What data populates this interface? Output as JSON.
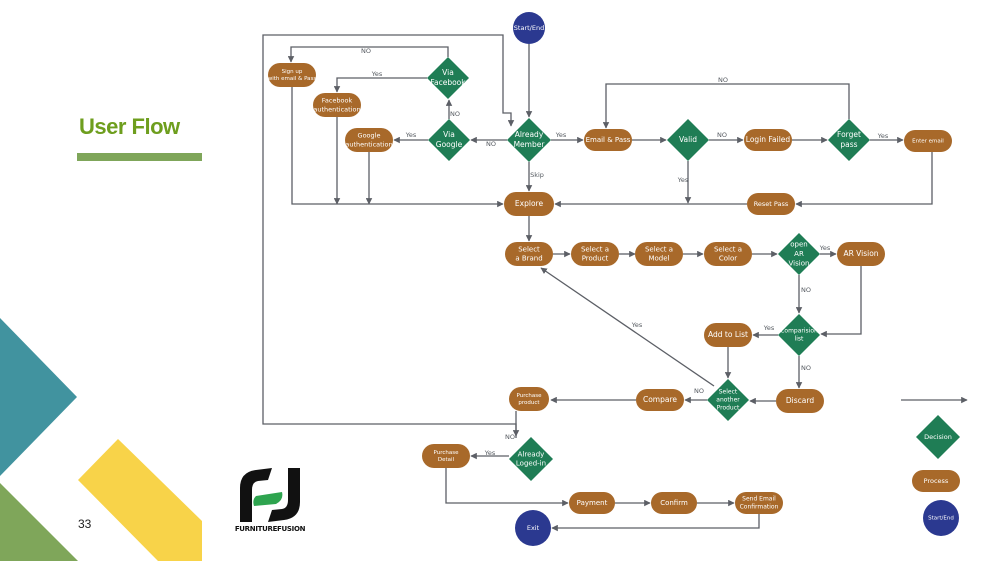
{
  "slide": {
    "title": "User Flow",
    "page_number": "33",
    "logo_text": "FURNITUREFUSION"
  },
  "colors": {
    "decision": "#1f7d55",
    "process": "#a8692a",
    "terminal": "#2b3990",
    "connector": "#5c5f66",
    "title": "#6e9e1e",
    "accent_teal": "#41939f",
    "accent_green": "#7fa65a",
    "accent_yellow": "#f8d349",
    "logo_green": "#2ea44f"
  },
  "flow": {
    "nodes": {
      "start": {
        "type": "terminal",
        "lines": [
          "Start/End"
        ]
      },
      "already_member": {
        "type": "decision",
        "lines": [
          "Already",
          "Member"
        ]
      },
      "via_google": {
        "type": "decision",
        "lines": [
          "Via",
          "Google"
        ]
      },
      "via_facebook": {
        "type": "decision",
        "lines": [
          "Via",
          "Facebook"
        ]
      },
      "signup": {
        "type": "process",
        "lines": [
          "Sign up",
          "with email & Pass"
        ]
      },
      "facebook_auth": {
        "type": "process",
        "lines": [
          "Facebook",
          "authentication"
        ]
      },
      "google_auth": {
        "type": "process",
        "lines": [
          "Google",
          "authentication"
        ]
      },
      "email_pass": {
        "type": "process",
        "lines": [
          "Email & Pass"
        ]
      },
      "valid": {
        "type": "decision",
        "lines": [
          "Valid"
        ]
      },
      "login_failed": {
        "type": "process",
        "lines": [
          "Login Failed"
        ]
      },
      "forget_pass": {
        "type": "decision",
        "lines": [
          "Forget",
          "pass"
        ]
      },
      "enter_email": {
        "type": "process",
        "lines": [
          "Enter email"
        ]
      },
      "reset_pass": {
        "type": "process",
        "lines": [
          "Reset Pass"
        ]
      },
      "explore": {
        "type": "process",
        "lines": [
          "Explore"
        ]
      },
      "select_brand": {
        "type": "process",
        "lines": [
          "Select",
          "a Brand"
        ]
      },
      "select_product": {
        "type": "process",
        "lines": [
          "Select a",
          "Product"
        ]
      },
      "select_model": {
        "type": "process",
        "lines": [
          "Select a",
          "Model"
        ]
      },
      "select_color": {
        "type": "process",
        "lines": [
          "Select a",
          "Color"
        ]
      },
      "open_ar": {
        "type": "decision",
        "lines": [
          "open",
          "AR",
          "Vision"
        ]
      },
      "ar_vision": {
        "type": "process",
        "lines": [
          "AR Vision"
        ]
      },
      "comparison_list": {
        "type": "decision",
        "lines": [
          "Comparision",
          "list"
        ]
      },
      "add_to_list": {
        "type": "process",
        "lines": [
          "Add to List"
        ]
      },
      "discard": {
        "type": "process",
        "lines": [
          "Discard"
        ]
      },
      "select_another": {
        "type": "decision",
        "lines": [
          "Select",
          "another",
          "Product"
        ]
      },
      "compare": {
        "type": "process",
        "lines": [
          "Compare"
        ]
      },
      "purchase_product": {
        "type": "process",
        "lines": [
          "Purchase",
          "product"
        ]
      },
      "already_logged_in": {
        "type": "decision",
        "lines": [
          "Already",
          "Loged-in"
        ]
      },
      "purchase_detail": {
        "type": "process",
        "lines": [
          "Purchase",
          "Detail"
        ]
      },
      "payment": {
        "type": "process",
        "lines": [
          "Payment"
        ]
      },
      "confirm": {
        "type": "process",
        "lines": [
          "Confirm"
        ]
      },
      "send_email": {
        "type": "process",
        "lines": [
          "Send Email",
          "Confirmation"
        ]
      },
      "exit": {
        "type": "terminal",
        "lines": [
          "Exit"
        ]
      }
    },
    "edges": [
      {
        "from": "start",
        "to": "already_member",
        "label": ""
      },
      {
        "from": "already_member",
        "to": "email_pass",
        "label": "Yes"
      },
      {
        "from": "already_member",
        "to": "via_google",
        "label": "NO"
      },
      {
        "from": "already_member",
        "to": "explore",
        "label": "Skip"
      },
      {
        "from": "via_google",
        "to": "google_auth",
        "label": "Yes"
      },
      {
        "from": "via_google",
        "to": "via_facebook",
        "label": "NO"
      },
      {
        "from": "via_facebook",
        "to": "facebook_auth",
        "label": "Yes"
      },
      {
        "from": "via_facebook",
        "to": "signup",
        "label": "NO"
      },
      {
        "from": "signup",
        "to": "explore",
        "label": ""
      },
      {
        "from": "facebook_auth",
        "to": "explore",
        "label": ""
      },
      {
        "from": "google_auth",
        "to": "explore",
        "label": ""
      },
      {
        "from": "email_pass",
        "to": "valid",
        "label": ""
      },
      {
        "from": "valid",
        "to": "login_failed",
        "label": "NO"
      },
      {
        "from": "valid",
        "to": "explore",
        "label": "Yes"
      },
      {
        "from": "login_failed",
        "to": "forget_pass",
        "label": ""
      },
      {
        "from": "forget_pass",
        "to": "enter_email",
        "label": "Yes"
      },
      {
        "from": "forget_pass",
        "to": "email_pass",
        "label": "NO"
      },
      {
        "from": "enter_email",
        "to": "reset_pass",
        "label": ""
      },
      {
        "from": "reset_pass",
        "to": "explore",
        "label": ""
      },
      {
        "from": "explore",
        "to": "select_brand",
        "label": ""
      },
      {
        "from": "select_brand",
        "to": "select_product",
        "label": ""
      },
      {
        "from": "select_product",
        "to": "select_model",
        "label": ""
      },
      {
        "from": "select_model",
        "to": "select_color",
        "label": ""
      },
      {
        "from": "select_color",
        "to": "open_ar",
        "label": ""
      },
      {
        "from": "open_ar",
        "to": "ar_vision",
        "label": "Yes"
      },
      {
        "from": "open_ar",
        "to": "comparison_list",
        "label": "NO"
      },
      {
        "from": "ar_vision",
        "to": "comparison_list",
        "label": ""
      },
      {
        "from": "comparison_list",
        "to": "add_to_list",
        "label": "Yes"
      },
      {
        "from": "comparison_list",
        "to": "discard",
        "label": "NO"
      },
      {
        "from": "add_to_list",
        "to": "select_another",
        "label": ""
      },
      {
        "from": "discard",
        "to": "select_another",
        "label": ""
      },
      {
        "from": "select_another",
        "to": "select_brand",
        "label": "Yes"
      },
      {
        "from": "select_another",
        "to": "compare",
        "label": "NO"
      },
      {
        "from": "compare",
        "to": "purchase_product",
        "label": ""
      },
      {
        "from": "purchase_product",
        "to": "already_logged_in",
        "label": ""
      },
      {
        "from": "already_logged_in",
        "to": "purchase_detail",
        "label": "Yes"
      },
      {
        "from": "already_logged_in",
        "to": "already_member",
        "label": "NO"
      },
      {
        "from": "purchase_detail",
        "to": "payment",
        "label": ""
      },
      {
        "from": "payment",
        "to": "confirm",
        "label": ""
      },
      {
        "from": "confirm",
        "to": "send_email",
        "label": ""
      },
      {
        "from": "send_email",
        "to": "exit",
        "label": ""
      }
    ],
    "legend": [
      {
        "key": "arrow",
        "label": ""
      },
      {
        "key": "decision",
        "label": "Decision"
      },
      {
        "key": "process",
        "label": "Process"
      },
      {
        "key": "terminal",
        "label": "Start/End"
      }
    ]
  }
}
